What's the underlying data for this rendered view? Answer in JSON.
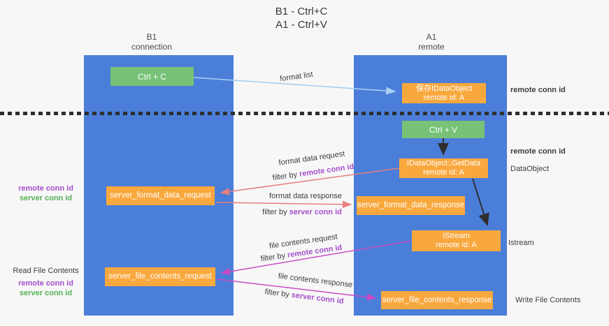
{
  "title": {
    "line1": "B1 - Ctrl+C",
    "line2": "A1 - Ctrl+V"
  },
  "columns": {
    "left": {
      "name": "B1",
      "role": "connection"
    },
    "right": {
      "name": "A1",
      "role": "remote"
    }
  },
  "nodes": {
    "ctrl_c": "Ctrl + C",
    "ctrl_v": "Ctrl + V",
    "save_dataobject": {
      "line1": "保存IDataObject",
      "line2": "remote id: A"
    },
    "getdata": {
      "line1": "IDataObject::GetData",
      "line2": "remote id: A"
    },
    "istream": {
      "line1": "IStream",
      "line2": "remote id: A"
    },
    "format_request": "server_format_data_request",
    "format_response": "server_format_data_response",
    "file_request": "server_file_contents_request",
    "file_response": "server_file_contents_response"
  },
  "edge_labels": {
    "format_list": "format list",
    "format_data_request": "format data request",
    "format_data_response": "format data response",
    "file_contents_request": "file contents request",
    "file_contents_response": "file contents response",
    "filter_by": "filter by ",
    "remote_conn_id": "remote conn id",
    "server_conn_id": "server conn id"
  },
  "side_labels": {
    "right_top": "remote conn id",
    "right_mid": "remote conn id",
    "dataobject": "DataObject",
    "istream": "Istream",
    "write_file_contents": "Write File Contents",
    "read_file_contents": "Read File Contents",
    "left1_remote": "remote conn id",
    "left1_server": "server conn id",
    "left2_remote": "remote conn id",
    "left2_server": "server conn id"
  },
  "colors": {
    "background": "#f7f7f7",
    "column_blue": "#4a7ed9",
    "node_green": "#77c277",
    "node_orange": "#f9a83e",
    "arrow_blue": "#a6cff0",
    "arrow_black": "#2f2f2f",
    "arrow_salmon": "#e87e7e",
    "arrow_magenta": "#ca4bc6",
    "text_purple": "#a54fcb",
    "text_green": "#55b155",
    "divider_dash": "#2e2e2e"
  }
}
